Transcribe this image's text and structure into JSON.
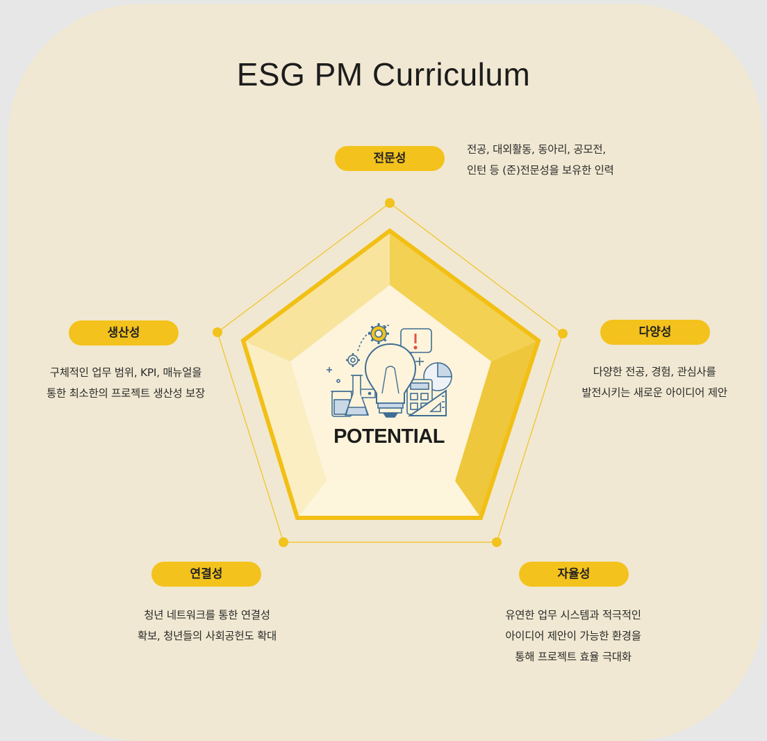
{
  "title": "ESG PM Curriculum",
  "center_label": "POTENTIAL",
  "colors": {
    "card_bg": "#f0e8d2",
    "accent_yellow": "#f3c21c",
    "outline": "#f2c21d",
    "icon_blue": "#3f6d93"
  },
  "axes": [
    {
      "id": "expertise",
      "label": "전문성",
      "description": [
        "전공, 대외활동, 동아리, 공모전,",
        "인턴 등 (준)전문성을 보유한 인력"
      ]
    },
    {
      "id": "diversity",
      "label": "다양성",
      "description": [
        "다양한 전공, 경험, 관심사를",
        "발전시키는 새로운 아이디어 제안"
      ]
    },
    {
      "id": "autonomy",
      "label": "자율성",
      "description": [
        "유연한 업무 시스템과 적극적인",
        "아이디어 제안이 가능한 환경을",
        "통해  프로젝트 효율 극대화"
      ]
    },
    {
      "id": "connectivity",
      "label": "연결성",
      "description": [
        "청년 네트워크를 통한 연결성",
        "확보, 청년들의 사회공헌도 확대"
      ]
    },
    {
      "id": "productivity",
      "label": "생산성",
      "description": [
        "구체적인 업무 범위, KPI, 매뉴얼을",
        "통한 최소한의 프로젝트 생산성 보장"
      ]
    }
  ],
  "icons": [
    "gear-icon",
    "lightbulb-icon",
    "alert-bubble-icon",
    "flask-icon",
    "beaker-icon",
    "calculator-icon",
    "pie-chart-icon",
    "triangle-ruler-icon"
  ]
}
